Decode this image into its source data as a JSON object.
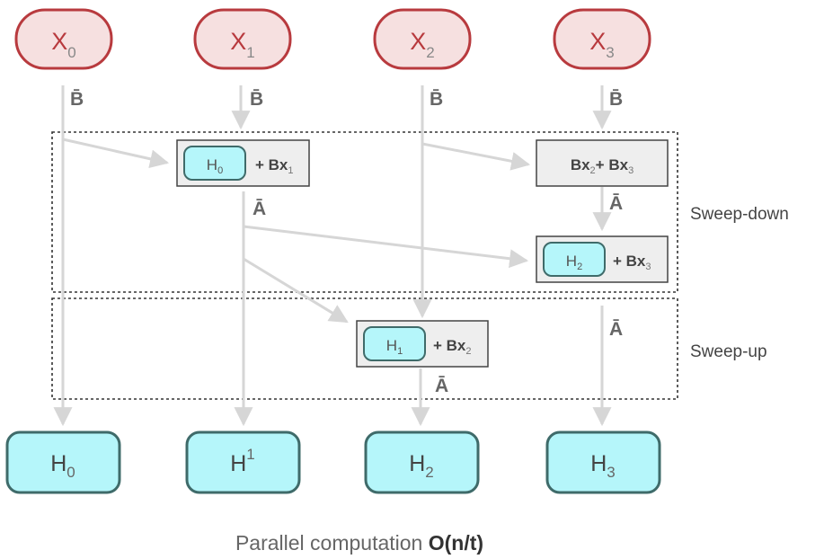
{
  "inputs": [
    {
      "var": "X",
      "sub": "0"
    },
    {
      "var": "X",
      "sub": "1"
    },
    {
      "var": "X",
      "sub": "2"
    },
    {
      "var": "X",
      "sub": "3"
    }
  ],
  "outputs": [
    {
      "var": "H",
      "sub": "0",
      "sup": ""
    },
    {
      "var": "H",
      "sub": "",
      "sup": "1"
    },
    {
      "var": "H",
      "sub": "2",
      "sup": ""
    },
    {
      "var": "H",
      "sub": "3",
      "sup": ""
    }
  ],
  "b_label": "B̄",
  "a_label": "Ā",
  "ops": {
    "h0_bx1": {
      "h": "H",
      "h_sub": "0",
      "plus": "+ Bx",
      "x_sub": "1"
    },
    "bx2_bx3": {
      "a": "Bx",
      "a_sub": "2",
      "plus": "+ Bx",
      "b_sub": "3"
    },
    "h2_bx3": {
      "h": "H",
      "h_sub": "2",
      "plus": "+ Bx",
      "x_sub": "3"
    },
    "h1_bx2": {
      "h": "H",
      "h_sub": "1",
      "plus": "+ Bx",
      "x_sub": "2"
    }
  },
  "sweep_down_label": "Sweep-down",
  "sweep_up_label": "Sweep-up",
  "caption": {
    "prefix": "Parallel computation ",
    "bold": "O(n/t)"
  },
  "colors": {
    "input_fill": "#f6e0e0",
    "input_stroke": "#b83a3e",
    "input_text": "#b83a3e",
    "output_fill": "#b5f6fa",
    "output_stroke": "#3f6b6a",
    "op_fill": "#eeeeee",
    "op_stroke": "#444444",
    "arrow": "#d6d6d6",
    "text": "#555555"
  }
}
